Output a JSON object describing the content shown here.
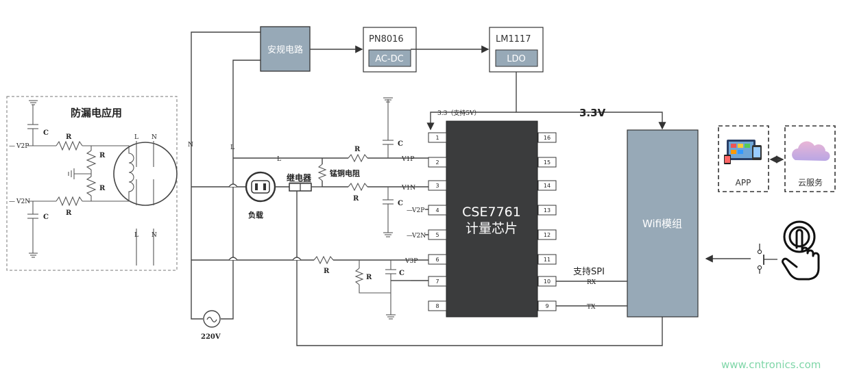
{
  "leak_panel": {
    "title": "防漏电应用",
    "sig_v2p": "V2P",
    "sig_v2n": "V2N",
    "cap": "C",
    "res": "R",
    "line": "L",
    "neutral": "N"
  },
  "blocks": {
    "safety": "安规电路",
    "pn8016_name": "PN8016",
    "pn8016_inner": "AC-DC",
    "lm1117_name": "LM1117",
    "lm1117_inner": "LDO",
    "wifi": "Wifi模组",
    "app": "APP",
    "cloud": "云服务"
  },
  "chip": {
    "name": "CSE7761",
    "subtitle": "计量芯片",
    "left_pins": [
      "1",
      "2",
      "3",
      "4",
      "5",
      "6",
      "7",
      "8"
    ],
    "right_pins": [
      "16",
      "15",
      "14",
      "13",
      "12",
      "11",
      "10",
      "9"
    ]
  },
  "labels": {
    "supply_note": "3.3（支持5V）",
    "v33": "3.3V",
    "shunt": "锰铜电阻",
    "relay": "继电器",
    "load": "负载",
    "source": "220V",
    "spi": "支持SPI",
    "wire_n": "N",
    "wire_l": "L",
    "v1p": "V1P",
    "v1n": "V1N",
    "v2p": "V2P",
    "v2n": "V2N",
    "v3p": "V3P",
    "rx": "RX",
    "tx": "TX",
    "r": "R",
    "c": "C"
  },
  "watermark": "www.cntronics.com"
}
